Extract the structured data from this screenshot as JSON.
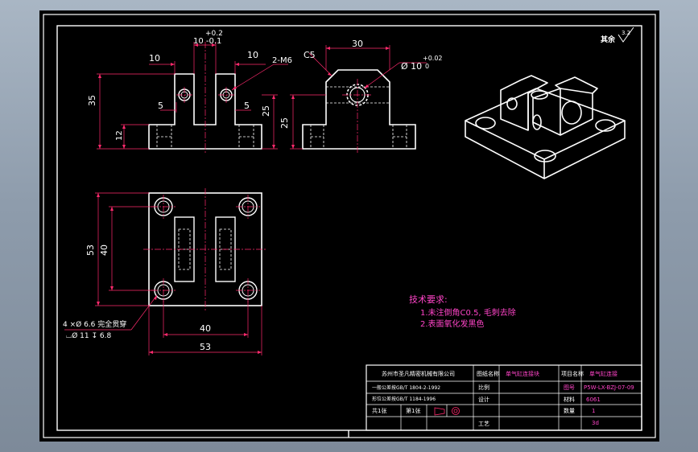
{
  "drawing": {
    "roughness_symbol": "其余",
    "roughness_value": "3.2",
    "front_view": {
      "dim_tol_upper": "+0.2",
      "dim_slot_width": "10 -0.1",
      "dim_left_10": "10",
      "dim_right_10": "10",
      "dim_thread": "2-M6",
      "dim_left_5": "5",
      "dim_right_5": "5",
      "dim_35": "35",
      "dim_25": "25",
      "dim_12": "12"
    },
    "side_view": {
      "dim_30": "30",
      "dim_c5": "C5",
      "dim_hole": "Ø 10",
      "dim_hole_tol_upper": "+0.02",
      "dim_hole_tol_lower": "0",
      "dim_25": "25"
    },
    "top_view": {
      "dim_53_v": "53",
      "dim_40_v": "40",
      "dim_40_h": "40",
      "dim_53_h": "53",
      "hole_note_1": "4 ×Ø  6.6 完全贯穿",
      "hole_note_2": "⌴Ø  11 ↧ 6.8"
    },
    "tech_requirements": {
      "title": "技术要求:",
      "line1": "1.未注倒角C0.5, 毛刺去除",
      "line2": "2.表面氧化发黑色"
    },
    "title_block": {
      "company": "苏州市圣凡精密机械有限公司",
      "tol_general": "一般公差按GB/T 1804-2-1992",
      "tol_geometric": "形位公差按GB/T 1184-1996",
      "label_drawing_name": "图纸名称",
      "drawing_name": "单气缸连接块",
      "label_project": "项目名称",
      "project": "单气缸连接",
      "label_code": "图号",
      "code": "P5W-LX-BZJ-07-09",
      "label_material": "材料",
      "material": "6061",
      "label_qty": "数量",
      "qty": "1",
      "label_sheet": "共1张",
      "sheet": "第1张",
      "label_process": "工艺",
      "process": "3d",
      "label_scale": "比例",
      "label_draw": "设计"
    }
  },
  "colors": {
    "outline": "#ffffff",
    "dimension": "#ff2a6d",
    "hidden": "#ffffff",
    "text_magenta": "#ff44c8",
    "background": "#000000"
  }
}
